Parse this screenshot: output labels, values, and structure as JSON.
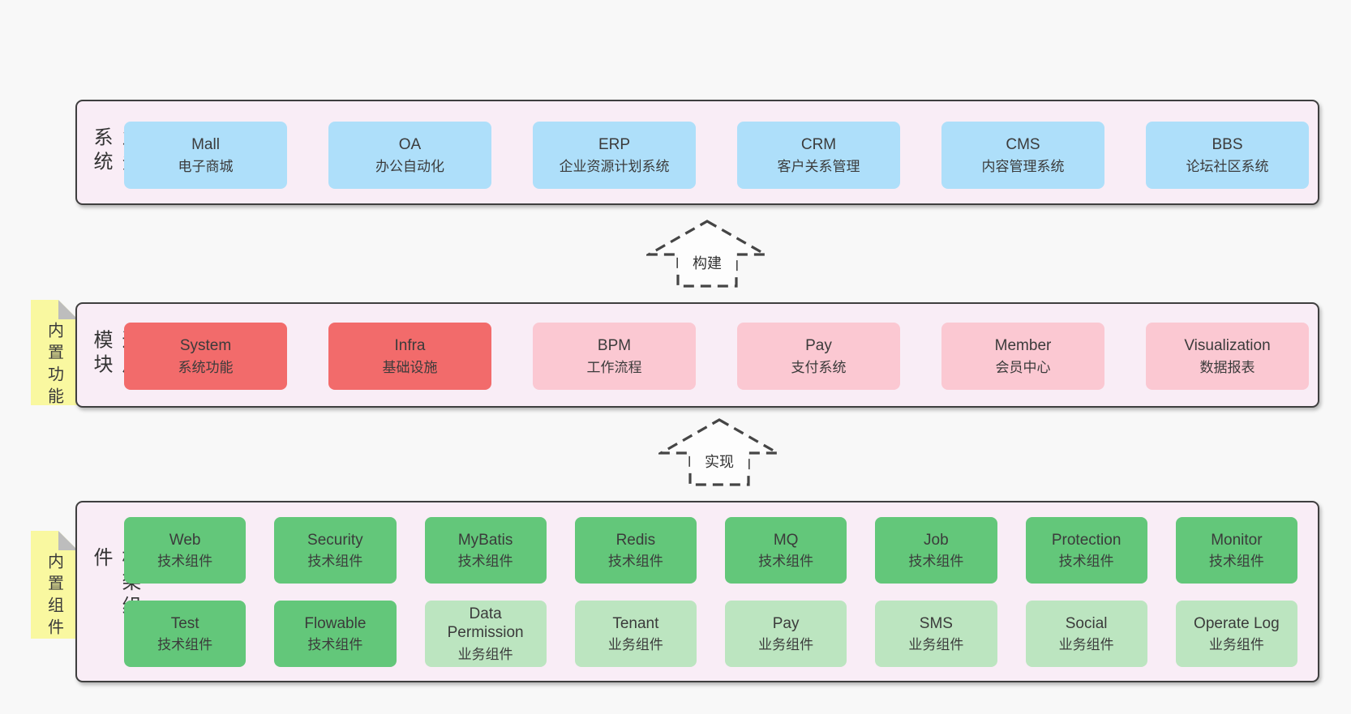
{
  "colors": {
    "page_bg": "#f8f8f8",
    "band_bg": "#f9edf6",
    "band_border": "#3f3f3f",
    "blue": "#aedffa",
    "red": "#f26b6b",
    "pink": "#fbc8d2",
    "green": "#63c77a",
    "green_light": "#bce5c0",
    "sticky_yellow": "#f9f8a0",
    "text": "#3b3b3b"
  },
  "sections": {
    "business": {
      "label": "业务系统",
      "boxes": [
        {
          "title": "Mall",
          "subtitle": "电子商城",
          "variant": "blue"
        },
        {
          "title": "OA",
          "subtitle": "办公自动化",
          "variant": "blue"
        },
        {
          "title": "ERP",
          "subtitle": "企业资源计划系统",
          "variant": "blue"
        },
        {
          "title": "CRM",
          "subtitle": "客户关系管理",
          "variant": "blue"
        },
        {
          "title": "CMS",
          "subtitle": "内容管理系统",
          "variant": "blue"
        },
        {
          "title": "BBS",
          "subtitle": "论坛社区系统",
          "variant": "blue"
        }
      ]
    },
    "modules": {
      "label": "通用模块",
      "sticky": "内置功能",
      "boxes": [
        {
          "title": "System",
          "subtitle": "系统功能",
          "variant": "red"
        },
        {
          "title": "Infra",
          "subtitle": "基础设施",
          "variant": "red"
        },
        {
          "title": "BPM",
          "subtitle": "工作流程",
          "variant": "pink"
        },
        {
          "title": "Pay",
          "subtitle": "支付系统",
          "variant": "pink"
        },
        {
          "title": "Member",
          "subtitle": "会员中心",
          "variant": "pink"
        },
        {
          "title": "Visualization",
          "subtitle": "数据报表",
          "variant": "pink"
        }
      ]
    },
    "components": {
      "label": "框架组件",
      "sticky": "内置组件",
      "row1": [
        {
          "title": "Web",
          "subtitle": "技术组件",
          "variant": "green"
        },
        {
          "title": "Security",
          "subtitle": "技术组件",
          "variant": "green"
        },
        {
          "title": "MyBatis",
          "subtitle": "技术组件",
          "variant": "green"
        },
        {
          "title": "Redis",
          "subtitle": "技术组件",
          "variant": "green"
        },
        {
          "title": "MQ",
          "subtitle": "技术组件",
          "variant": "green"
        },
        {
          "title": "Job",
          "subtitle": "技术组件",
          "variant": "green"
        },
        {
          "title": "Protection",
          "subtitle": "技术组件",
          "variant": "green"
        },
        {
          "title": "Monitor",
          "subtitle": "技术组件",
          "variant": "green"
        }
      ],
      "row2": [
        {
          "title": "Test",
          "subtitle": "技术组件",
          "variant": "green"
        },
        {
          "title": "Flowable",
          "subtitle": "技术组件",
          "variant": "green"
        },
        {
          "title": "Data Permission",
          "subtitle": "业务组件",
          "variant": "green-light"
        },
        {
          "title": "Tenant",
          "subtitle": "业务组件",
          "variant": "green-light"
        },
        {
          "title": "Pay",
          "subtitle": "业务组件",
          "variant": "green-light"
        },
        {
          "title": "SMS",
          "subtitle": "业务组件",
          "variant": "green-light"
        },
        {
          "title": "Social",
          "subtitle": "业务组件",
          "variant": "green-light"
        },
        {
          "title": "Operate Log",
          "subtitle": "业务组件",
          "variant": "green-light"
        }
      ]
    }
  },
  "arrows": [
    {
      "label": "构建"
    },
    {
      "label": "实现"
    }
  ]
}
